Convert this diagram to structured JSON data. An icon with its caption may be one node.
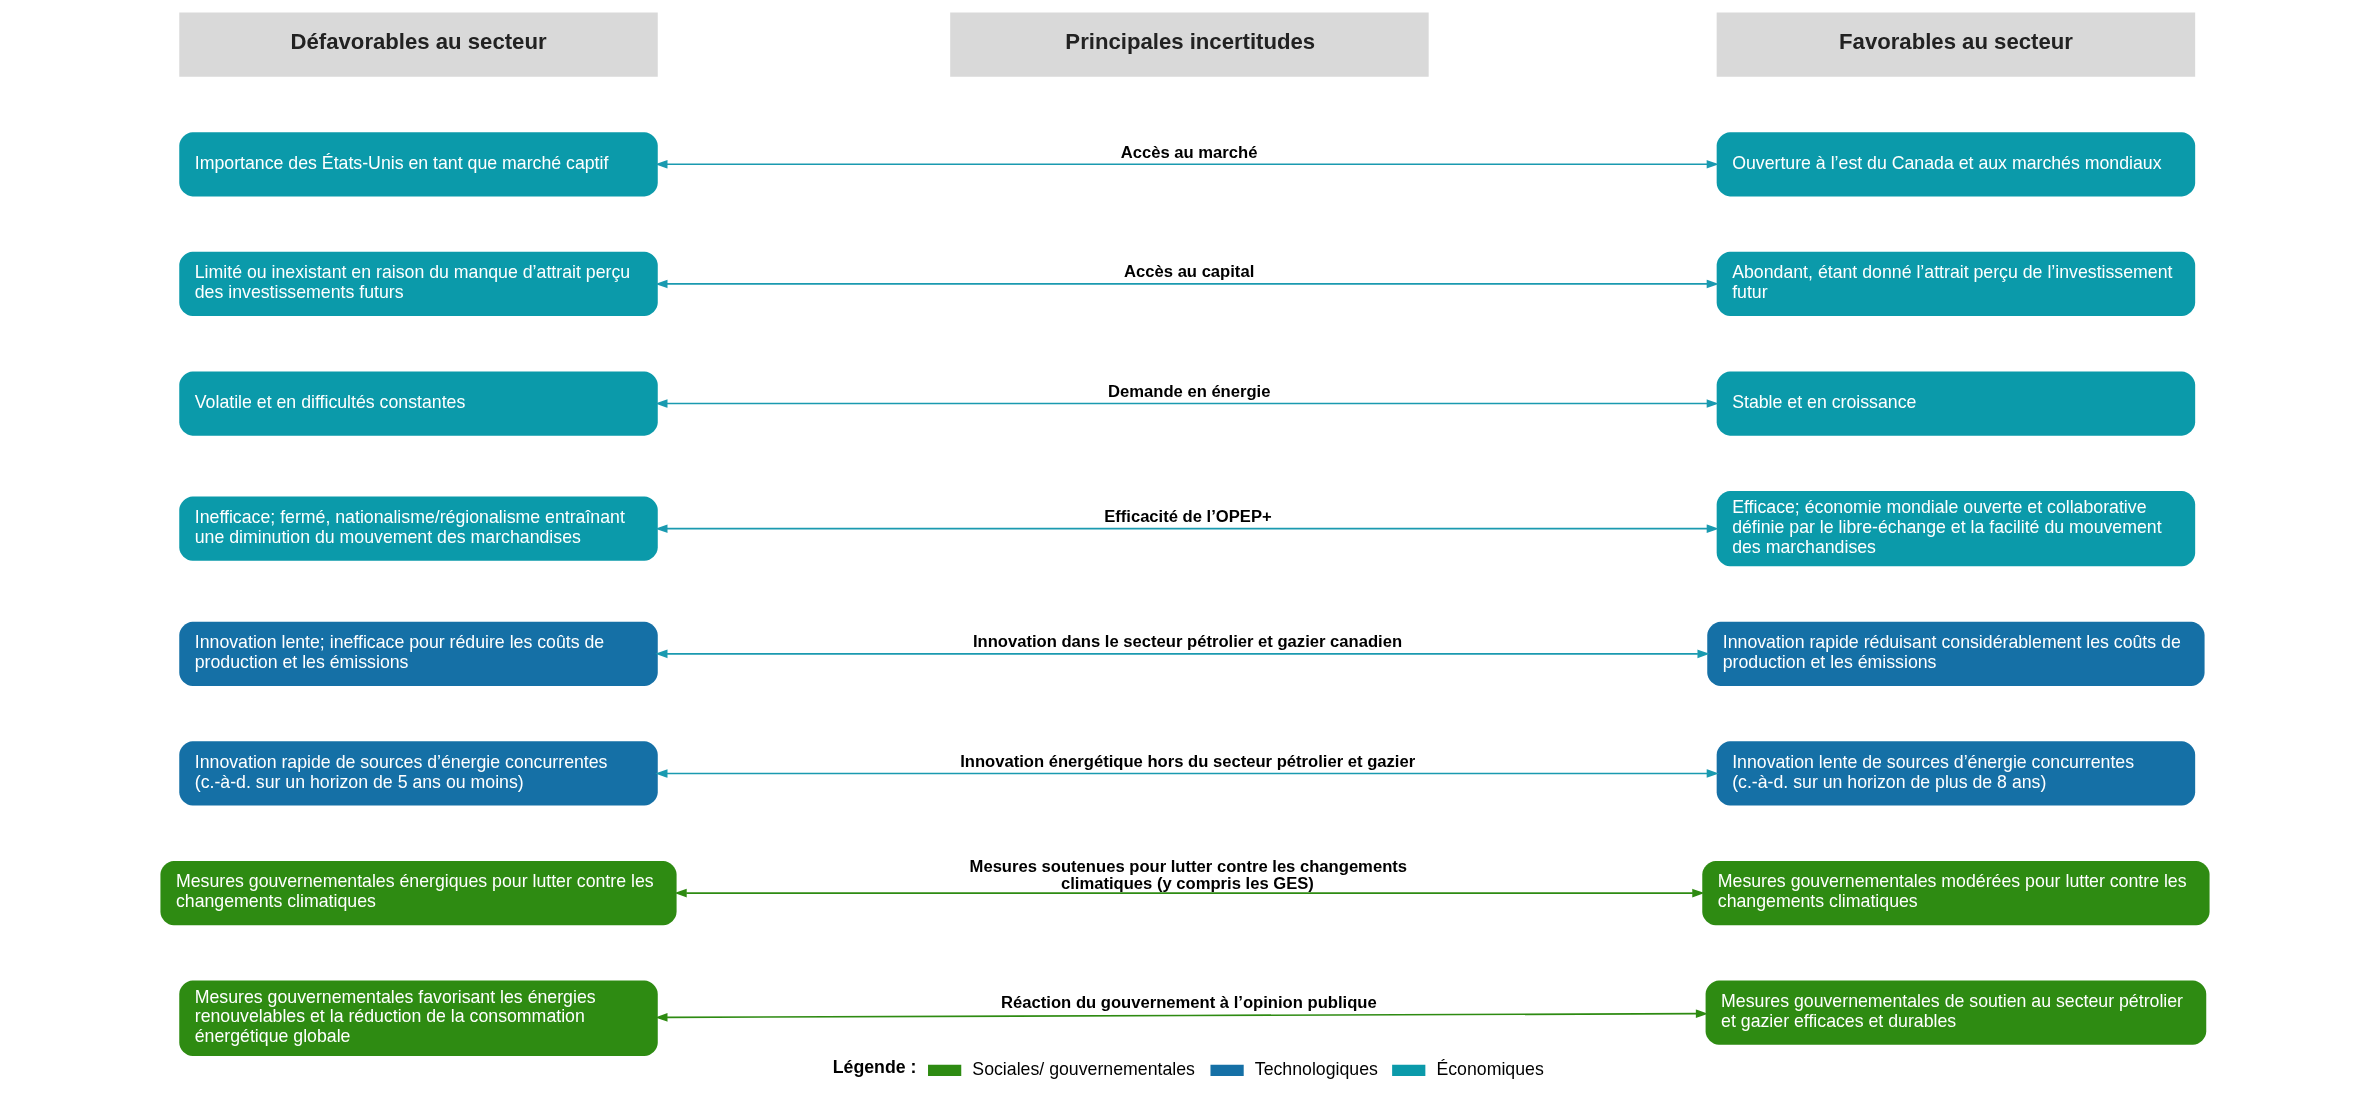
{
  "diagram": {
    "nodes": [
      {
        "text": [
          "Défavorables au secteur"
        ]
      },
      {
        "text": [
          "Principales incertitudes"
        ]
      },
      {
        "text": [
          "Favorables au secteur"
        ]
      },
      {
        "text": [
          "Importance des États-Unis en tant que marché captif"
        ]
      },
      {
        "text": [
          "Ouverture à l’est du Canada et aux marchés mondiaux"
        ]
      },
      {
        "text": [
          "Limité ou inexistant en raison du manque d’attrait perçu des investissements futurs"
        ]
      },
      {
        "text": [
          "Abondant, étant donné l’attrait perçu de l’investissement futur"
        ]
      },
      {
        "text": [
          "Volatile et en difficultés constantes"
        ]
      },
      {
        "text": [
          "Stable et en croissance"
        ]
      },
      {
        "text": [
          "Inefficace; fermé, nationalisme/régionalisme entraînant une diminution du mouvement des marchandises"
        ]
      },
      {
        "text": [
          "Efficace; économie mondiale ouverte et collaborative définie par le libre-échange et la facilité du mouvement des marchandises"
        ]
      },
      {
        "text": [
          "Innovation lente; inefficace pour réduire les coûts de production et les émissions"
        ]
      },
      {
        "text": [
          "Innovation rapide réduisant considérablement les coûts de production et les émissions"
        ]
      },
      {
        "text": [
          "Innovation rapide de sources d’énergie concurrentes (c.-à-d. sur un horizon de 5 ans ou moins)"
        ]
      },
      {
        "text": [
          "Innovation lente de sources d’énergie concurrentes (c.-à-d. sur un horizon de plus de 8 ans)"
        ]
      },
      {
        "text": [
          "Mesures gouvernementales énergiques pour lutter contre les changements climatiques"
        ]
      },
      {
        "text": [
          "Mesures gouvernementales modérées pour lutter contre les changements climatiques"
        ]
      },
      {
        "text": [
          "Mesures gouvernementales favorisant les énergies renouvelables et la réduction de la consommation énergétique globale"
        ]
      },
      {
        "text": [
          "Mesures gouvernementales de soutien au secteur pétrolier et gazier efficaces et durables"
        ]
      }
    ],
    "edges": [
      {
        "from": 3,
        "to": 4,
        "arrow": "both",
        "label": "Accès au marché"
      },
      {
        "from": 5,
        "to": 6,
        "arrow": "both",
        "label": "Accès au capital"
      },
      {
        "from": 7,
        "to": 8,
        "arrow": "both",
        "label": "Demande en énergie"
      },
      {
        "from": 9,
        "to": 10,
        "arrow": "both",
        "label": "Efficacité de l’OPEP+"
      },
      {
        "from": 11,
        "to": 12,
        "arrow": "both",
        "label": "Innovation dans le secteur pétrolier et gazier canadien"
      },
      {
        "from": 13,
        "to": 14,
        "arrow": "both",
        "label": "Innovation énergétique hors du secteur pétrolier et gazier"
      },
      {
        "from": 15,
        "to": 16,
        "arrow": "both",
        "label": "Mesures soutenues pour lutter contre les changements climatiques (y compris les GES)",
        "color": "#2e8b12"
      },
      {
        "from": 17,
        "to": 18,
        "arrow": "both",
        "label": "Réaction du gouvernement à l’opinion publique",
        "color": "#2e8b12"
      }
    ],
    "labels": [
      "Légende :"
    ],
    "legend": [
      {
        "text": "Sociales/ gouvernementales",
        "color": "#2e8b12"
      },
      {
        "text": "Technologiques",
        "color": "#1570a6"
      },
      {
        "text": "Économiques",
        "color": "#0b9aaa"
      }
    ]
  }
}
